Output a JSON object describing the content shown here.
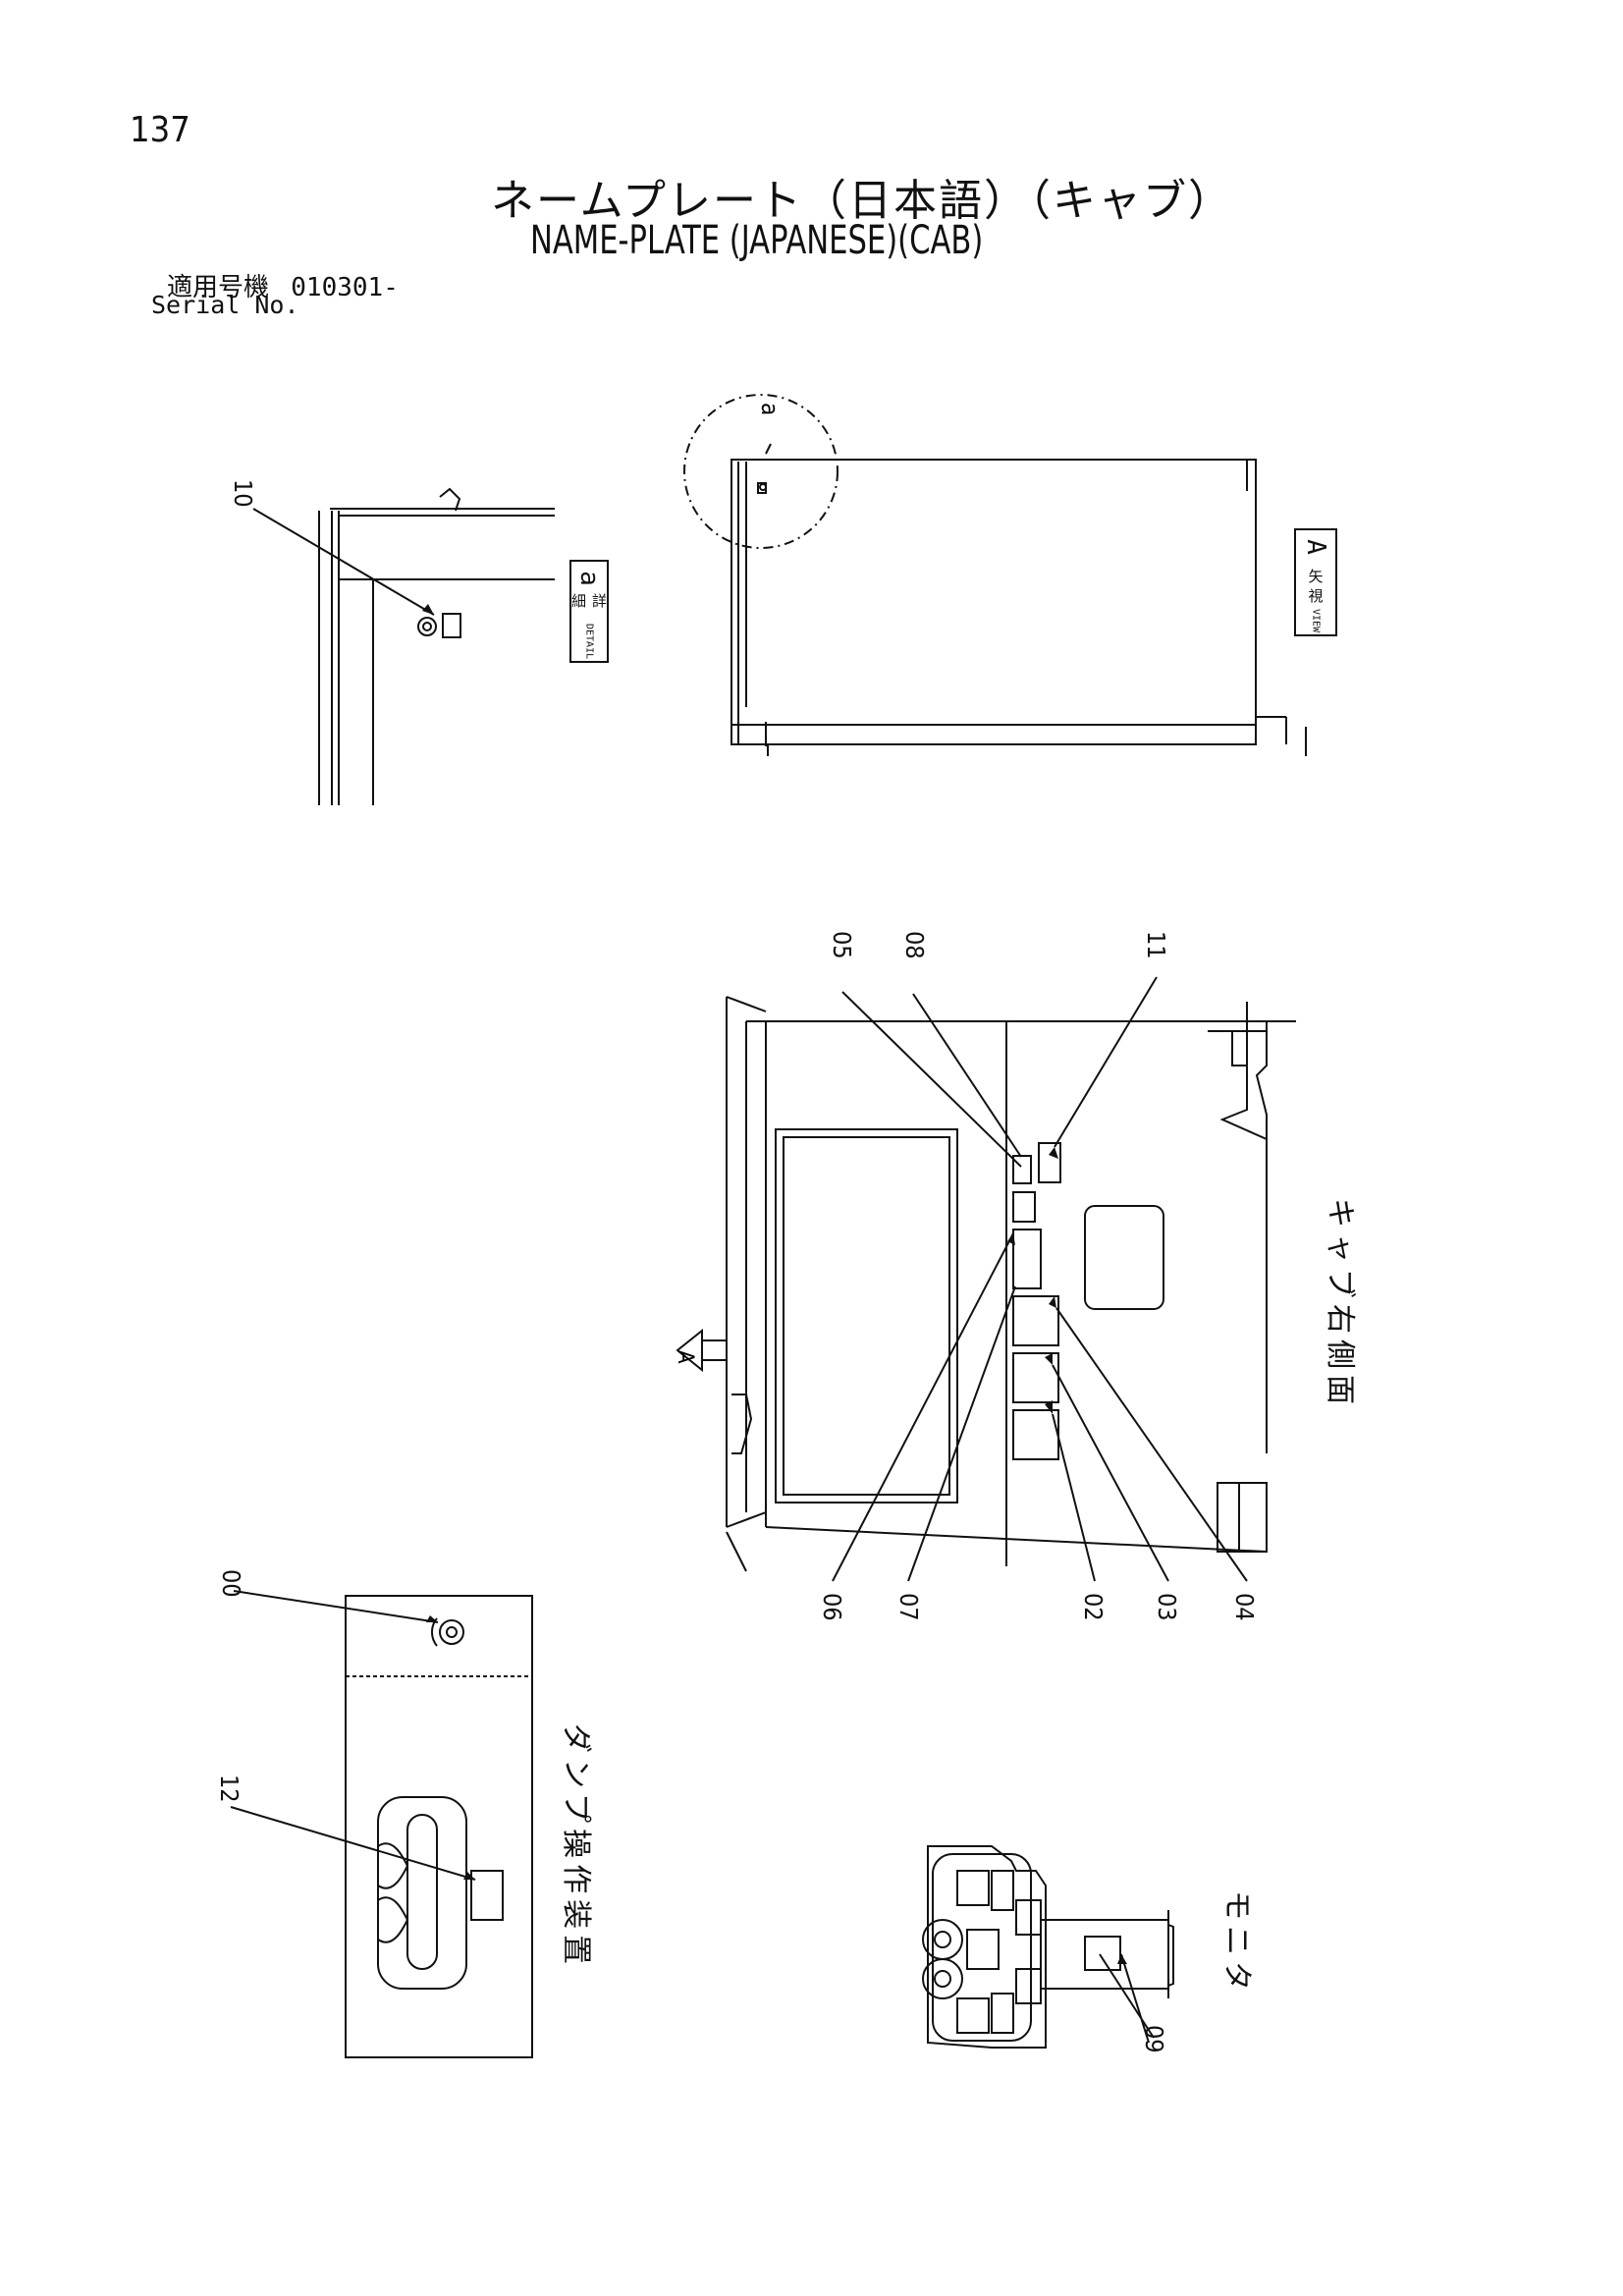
{
  "header": {
    "page_number": "137",
    "title_jp": "ネームプレート（日本語）（キャブ）",
    "title_en": "NAME-PLATE (JAPANESE)(CAB)",
    "serial_label_jp": "適用号機",
    "serial_value": "010301-",
    "serial_label_en": "Serial No."
  },
  "detail_tag": {
    "letter": "a",
    "jp": "詳 細",
    "en": "DETAIL"
  },
  "view_tag": {
    "letter": "A",
    "jp": "矢 視",
    "en": "VIEW"
  },
  "circle_label": "a",
  "view_arrow_label": "A",
  "view_labels": {
    "cab_right_side": "キャブ右側面",
    "dump_control": "ダンプ操作装置",
    "monitor": "モニタ"
  },
  "callouts": {
    "c10": "10",
    "c05": "05",
    "c08": "08",
    "c11": "11",
    "c06": "06",
    "c07": "07",
    "c02": "02",
    "c03": "03",
    "c04": "04",
    "c00": "00",
    "c12": "12",
    "c09": "09"
  }
}
